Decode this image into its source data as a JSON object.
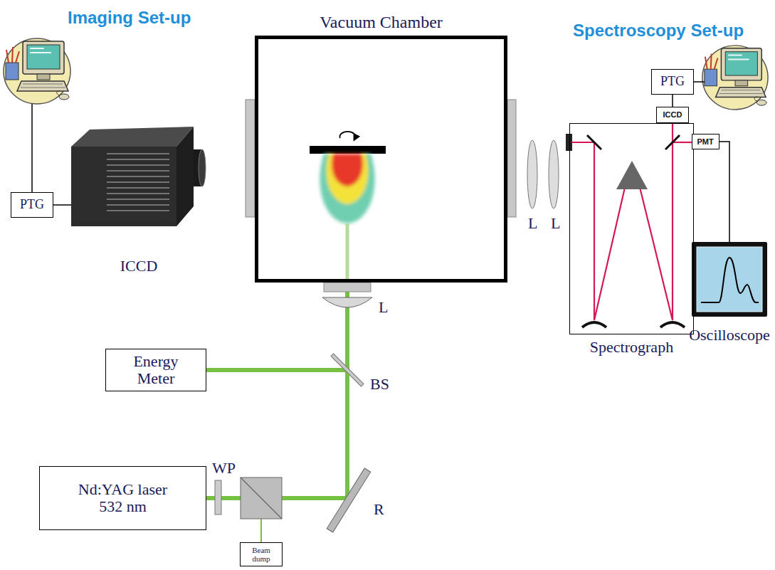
{
  "diagram": {
    "nodes": [
      {
        "text": [
          "PTG"
        ]
      },
      {
        "text": [
          "ICCD"
        ]
      },
      {
        "text": [
          "Vacuum Chamber"
        ]
      },
      {
        "text": [
          "PTG"
        ]
      },
      {
        "text": [
          "ICCD"
        ]
      },
      {
        "text": [
          "Spectrograph"
        ]
      },
      {
        "text": [
          "PMT"
        ]
      },
      {
        "text": [
          "Oscilloscope"
        ]
      },
      {
        "text": [
          "Energy Meter"
        ]
      },
      {
        "text": [
          "Nd:YAG laser 532 nm"
        ]
      },
      {
        "text": [
          "Beam dump"
        ]
      }
    ],
    "edges": [
      {
        "from": 0,
        "to": 1,
        "arrow": "none"
      },
      {
        "from": 3,
        "to": 4,
        "arrow": "none"
      },
      {
        "from": 6,
        "to": 7,
        "arrow": "none"
      },
      {
        "from": 9,
        "to": 2,
        "arrow": "none"
      },
      {
        "from": 9,
        "to": 8,
        "arrow": "none"
      },
      {
        "from": 9,
        "to": 10,
        "arrow": "none"
      }
    ],
    "labels": [
      "Imaging Set-up",
      "Spectroscopy Set-up",
      "L",
      "L",
      "L",
      "BS",
      "WP",
      "R"
    ]
  }
}
